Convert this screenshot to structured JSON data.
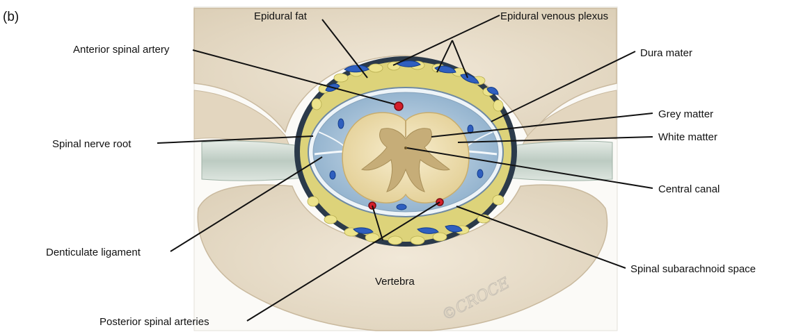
{
  "panel_label": "(b)",
  "labels": {
    "epidural_fat": "Epidural fat",
    "epidural_venous_plexus": "Epidural venous plexus",
    "anterior_spinal_artery": "Anterior spinal artery",
    "dura_mater": "Dura mater",
    "grey_matter": "Grey matter",
    "white_matter": "White matter",
    "spinal_nerve_root": "Spinal nerve root",
    "central_canal": "Central canal",
    "denticulate_ligament": "Denticulate ligament",
    "spinal_subarachnoid_space": "Spinal subarachnoid space",
    "vertebra": "Vertebra",
    "posterior_spinal_arteries": "Posterior spinal arteries"
  },
  "artist_signature": "©CROCE",
  "colors": {
    "bone": "#eadfcc",
    "bone_edge": "#c9b99e",
    "epidural_fat": "#e6dc7a",
    "venous_plexus": "#2f5fbf",
    "dura": "#a8bfd4",
    "csf": "#b9cfe2",
    "white_matter": "#f1e4b8",
    "grey_matter": "#c8b07a",
    "artery": "#d41e2a",
    "nerve_root": "#cfd9d2"
  }
}
